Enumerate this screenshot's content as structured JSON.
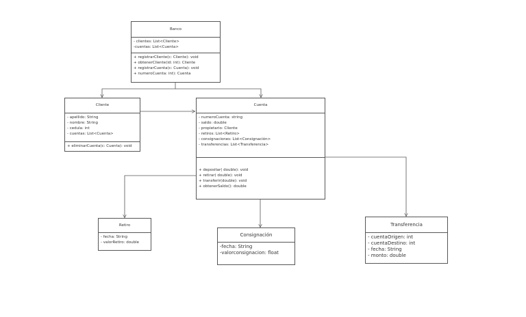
{
  "diagram": {
    "classes": [
      {
        "id": "banco",
        "name": "Banco",
        "attributes": [
          "- clientes: List<Cliente>",
          "-cuentas: List<Cuenta>"
        ],
        "methods": [
          "+ registrarCliente(c: Cliente): void",
          "+ obtenerCliente(id: int): Cliente",
          "+ registrarCuenta(c: Cuenta): void",
          "+ numeroCuenta: int): Cuenta"
        ]
      },
      {
        "id": "cliente",
        "name": "Cliente",
        "attributes": [
          "- apellido: String",
          "- nombre: String",
          "- cedula: int",
          "- cuentas: List<Cuenta>"
        ],
        "methods": [
          "+ eliminarCuenta(c: Cuenta): void"
        ]
      },
      {
        "id": "cuenta",
        "name": "Cuenta",
        "attributes": [
          "- numeroCuenta: string",
          "- saldo: double",
          "- propietario: Cliente",
          "- retiros: List<Retiro>",
          "- consignaciones: List<Consignación>",
          "- transferencias: List<Transferencia>"
        ],
        "methods": [
          "+ depositar( double): void",
          "+ retirar( double): void",
          "+ transferir(double): void",
          "+ obtenerSaldo(): double"
        ]
      },
      {
        "id": "retiro",
        "name": "Retiro",
        "attributes": [
          "- fecha: String",
          "- valorRetiro: double"
        ],
        "methods": []
      },
      {
        "id": "consignacion",
        "name": "Consignación",
        "attributes": [
          "-fecha: String",
          "-valorconsignacion: float"
        ],
        "methods": []
      },
      {
        "id": "transferencia",
        "name": "Transferencia",
        "attributes": [
          "- cuentaOrigen: int",
          "- cuentaDestino: int",
          "- fecha: String",
          "- monto: double"
        ],
        "methods": []
      }
    ],
    "colors": {
      "line": "#555555",
      "text": "#333333",
      "background": "#ffffff"
    }
  }
}
